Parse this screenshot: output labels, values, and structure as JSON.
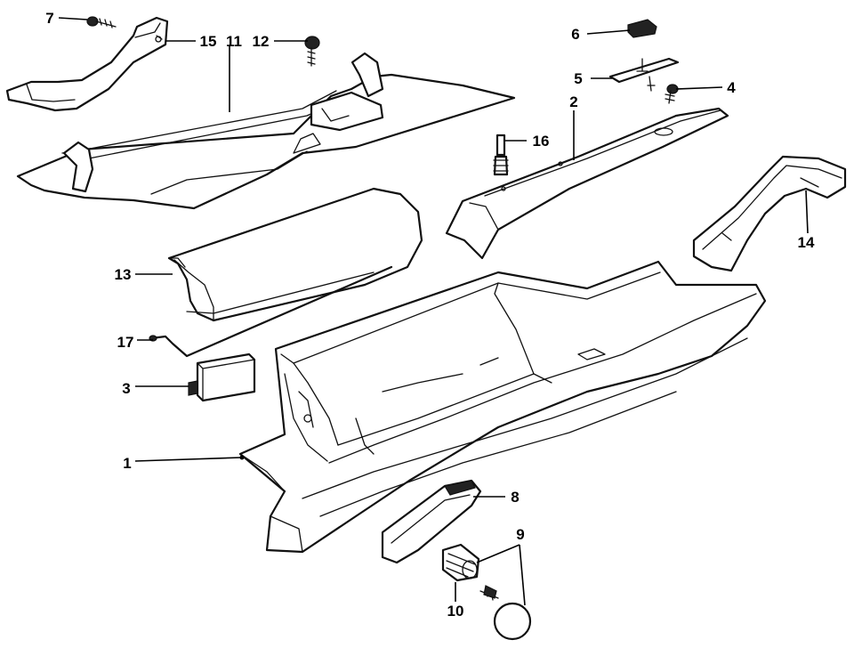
{
  "callouts": [
    {
      "id": "p1",
      "text": "1"
    },
    {
      "id": "p2",
      "text": "2"
    },
    {
      "id": "p3",
      "text": "3"
    },
    {
      "id": "p4",
      "text": "4"
    },
    {
      "id": "p5",
      "text": "5"
    },
    {
      "id": "p6",
      "text": "6"
    },
    {
      "id": "p7",
      "text": "7"
    },
    {
      "id": "p8",
      "text": "8"
    },
    {
      "id": "p9",
      "text": "9"
    },
    {
      "id": "p10",
      "text": "10"
    },
    {
      "id": "p11",
      "text": "11"
    },
    {
      "id": "p12",
      "text": "12"
    },
    {
      "id": "p13",
      "text": "13"
    },
    {
      "id": "p14",
      "text": "14"
    },
    {
      "id": "p15",
      "text": "15"
    },
    {
      "id": "p16",
      "text": "16"
    },
    {
      "id": "p17",
      "text": "17"
    }
  ],
  "colors": {
    "line": "#111111",
    "background": "#ffffff"
  }
}
